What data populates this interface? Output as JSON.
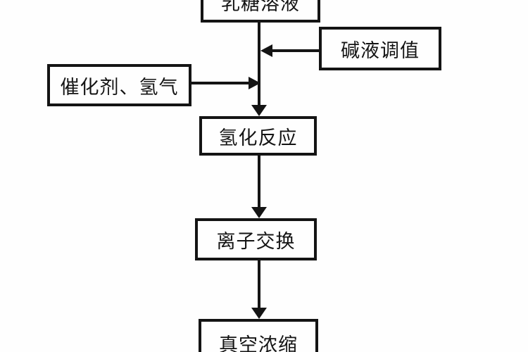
{
  "diagram": {
    "type": "flowchart",
    "background_color": "#fefefe",
    "ink_color": "#141414",
    "nodes": {
      "lactose": {
        "label": "乳糖溶液"
      },
      "alkali": {
        "label": "碱液调值"
      },
      "catalyst": {
        "label": "催化剂、氢气"
      },
      "hydrogenation": {
        "label": "氢化反应"
      },
      "ion_exchange": {
        "label": "离子交换"
      },
      "vacuum": {
        "label": "真空浓缩"
      }
    },
    "edges": [
      {
        "from": "乳糖溶液",
        "to": "氢化反应",
        "direction": "down"
      },
      {
        "from": "碱液调值",
        "to": "主流程线",
        "direction": "left"
      },
      {
        "from": "催化剂、氢气",
        "to": "主流程线",
        "direction": "right"
      },
      {
        "from": "氢化反应",
        "to": "离子交换",
        "direction": "down"
      },
      {
        "from": "离子交换",
        "to": "真空浓缩",
        "direction": "down"
      }
    ]
  }
}
